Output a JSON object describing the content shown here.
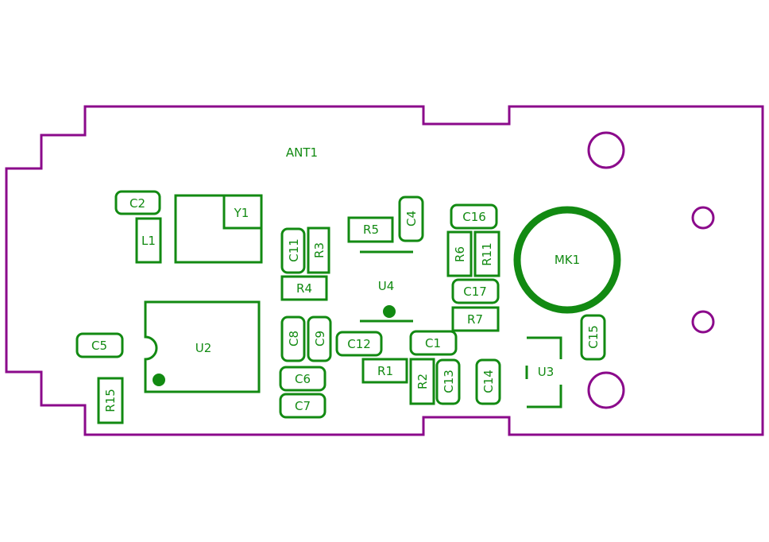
{
  "colors": {
    "silkscreen": "#128a12",
    "board_outline": "#8b0a8b",
    "background": "#ffffff"
  },
  "refs": {
    "ANT1": "ANT1",
    "C1": "C1",
    "C2": "C2",
    "C4": "C4",
    "C5": "C5",
    "C6": "C6",
    "C7": "C7",
    "C8": "C8",
    "C9": "C9",
    "C11": "C11",
    "C12": "C12",
    "C13": "C13",
    "C14": "C14",
    "C15": "C15",
    "C16": "C16",
    "C17": "C17",
    "L1": "L1",
    "R1": "R1",
    "R2": "R2",
    "R3": "R3",
    "R4": "R4",
    "R5": "R5",
    "R6": "R6",
    "R7": "R7",
    "R11": "R11",
    "R15": "R15",
    "U2": "U2",
    "U3": "U3",
    "U4": "U4",
    "Y1": "Y1",
    "MK1": "MK1"
  }
}
